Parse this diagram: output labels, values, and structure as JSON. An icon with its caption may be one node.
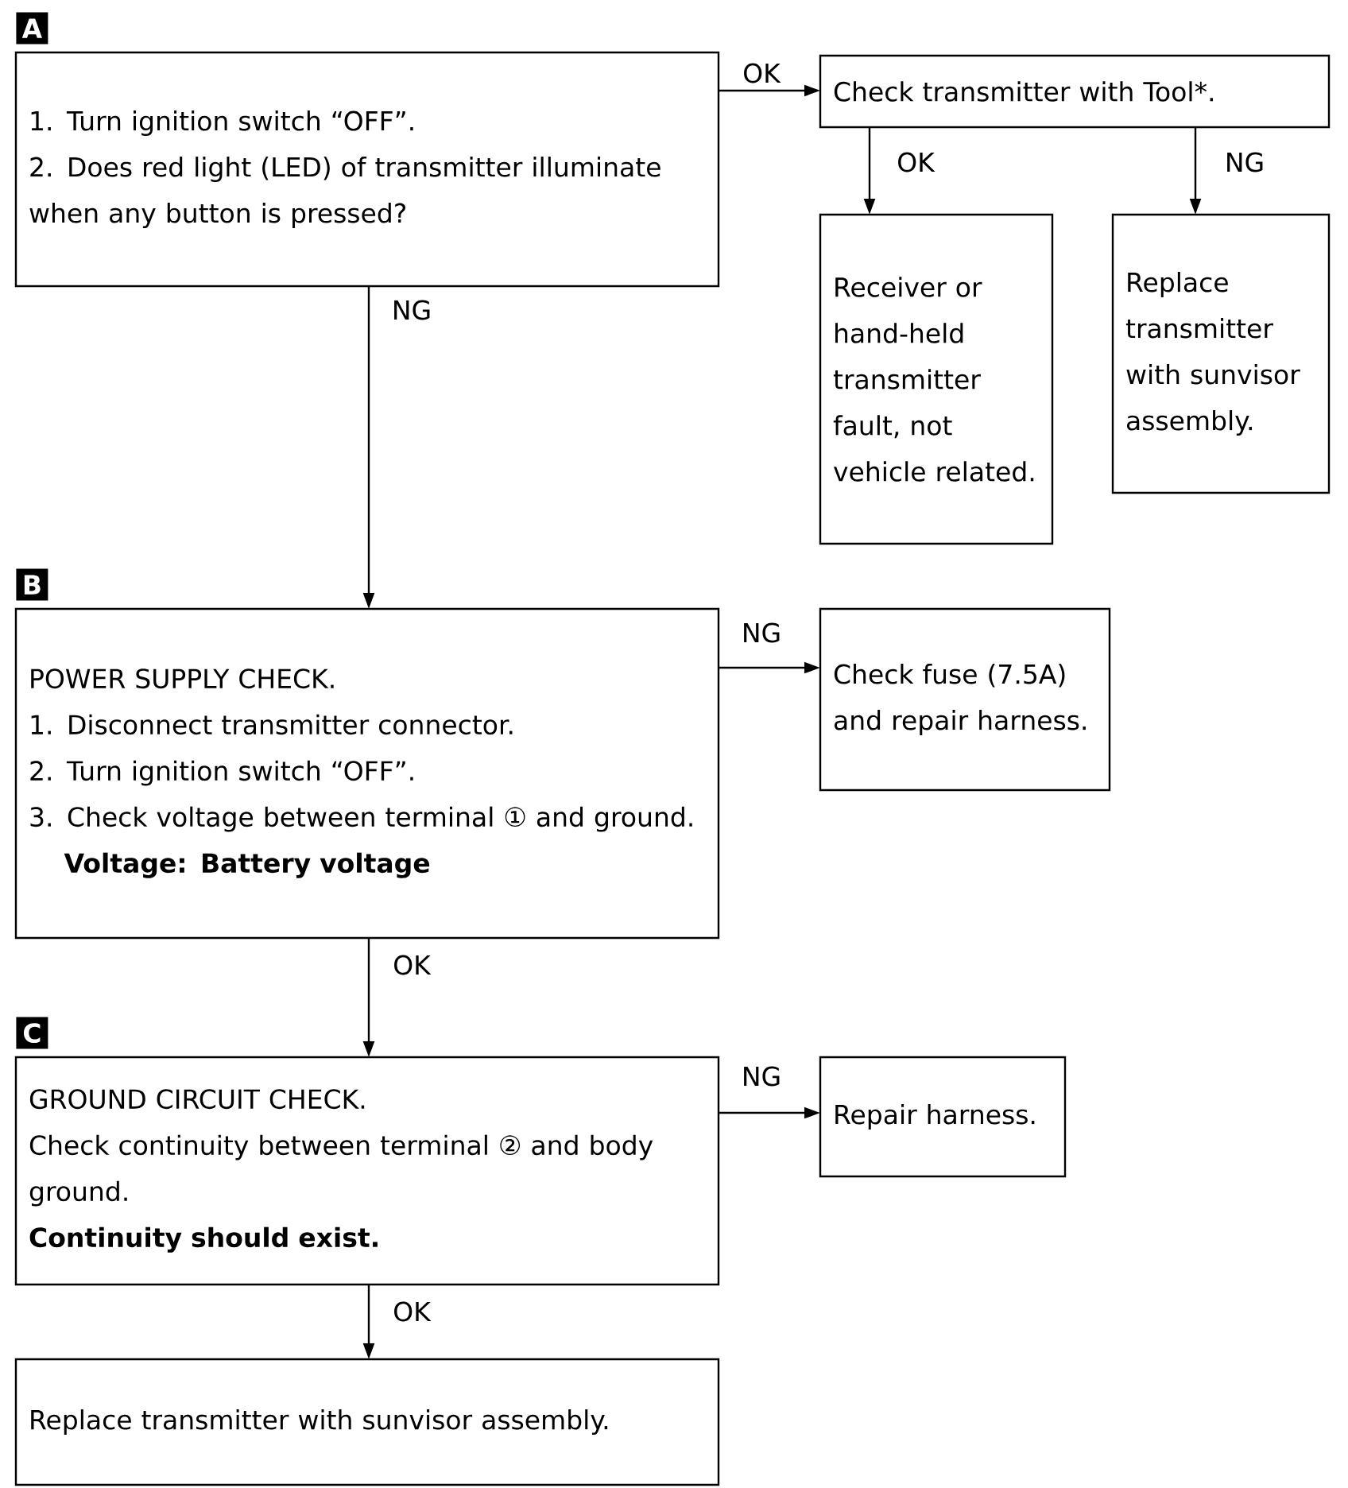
{
  "diagram": {
    "nodes": [
      {
        "text": [
          "A",
          "1. Turn ignition switch “OFF”.",
          "2. Does red light (LED) of transmitter illuminate when any button is pressed?"
        ]
      },
      {
        "text": [
          "Check transmitter with Tool*."
        ]
      },
      {
        "text": [
          "Receiver or hand-held transmitter fault, not vehicle related."
        ]
      },
      {
        "text": [
          "Replace transmitter with sunvisor assembly."
        ]
      },
      {
        "text": [
          "B",
          "POWER SUPPLY CHECK.",
          "1. Disconnect transmitter connector.",
          "2. Turn ignition switch “OFF”.",
          "3. Check voltage between terminal ① and ground.",
          "Voltage: Battery voltage"
        ]
      },
      {
        "text": [
          "Check fuse (7.5A) and repair harness."
        ]
      },
      {
        "text": [
          "C",
          "GROUND CIRCUIT CHECK.",
          "Check continuity between terminal ② and body ground.",
          "Continuity should exist."
        ]
      },
      {
        "text": [
          "Repair harness."
        ]
      },
      {
        "text": [
          "Replace transmitter with sunvisor assembly."
        ]
      }
    ],
    "edges": [
      {
        "from": 0,
        "to": 1,
        "arrow": "to",
        "label": "OK"
      },
      {
        "from": 1,
        "to": 2,
        "arrow": "to",
        "label": "OK"
      },
      {
        "from": 1,
        "to": 3,
        "arrow": "to",
        "label": "NG"
      },
      {
        "from": 0,
        "to": 4,
        "arrow": "to",
        "label": "NG"
      },
      {
        "from": 4,
        "to": 5,
        "arrow": "to",
        "label": "NG"
      },
      {
        "from": 4,
        "to": 6,
        "arrow": "to",
        "label": "OK"
      },
      {
        "from": 6,
        "to": 7,
        "arrow": "to",
        "label": "NG"
      },
      {
        "from": 6,
        "to": 8,
        "arrow": "to",
        "label": "OK"
      }
    ]
  }
}
